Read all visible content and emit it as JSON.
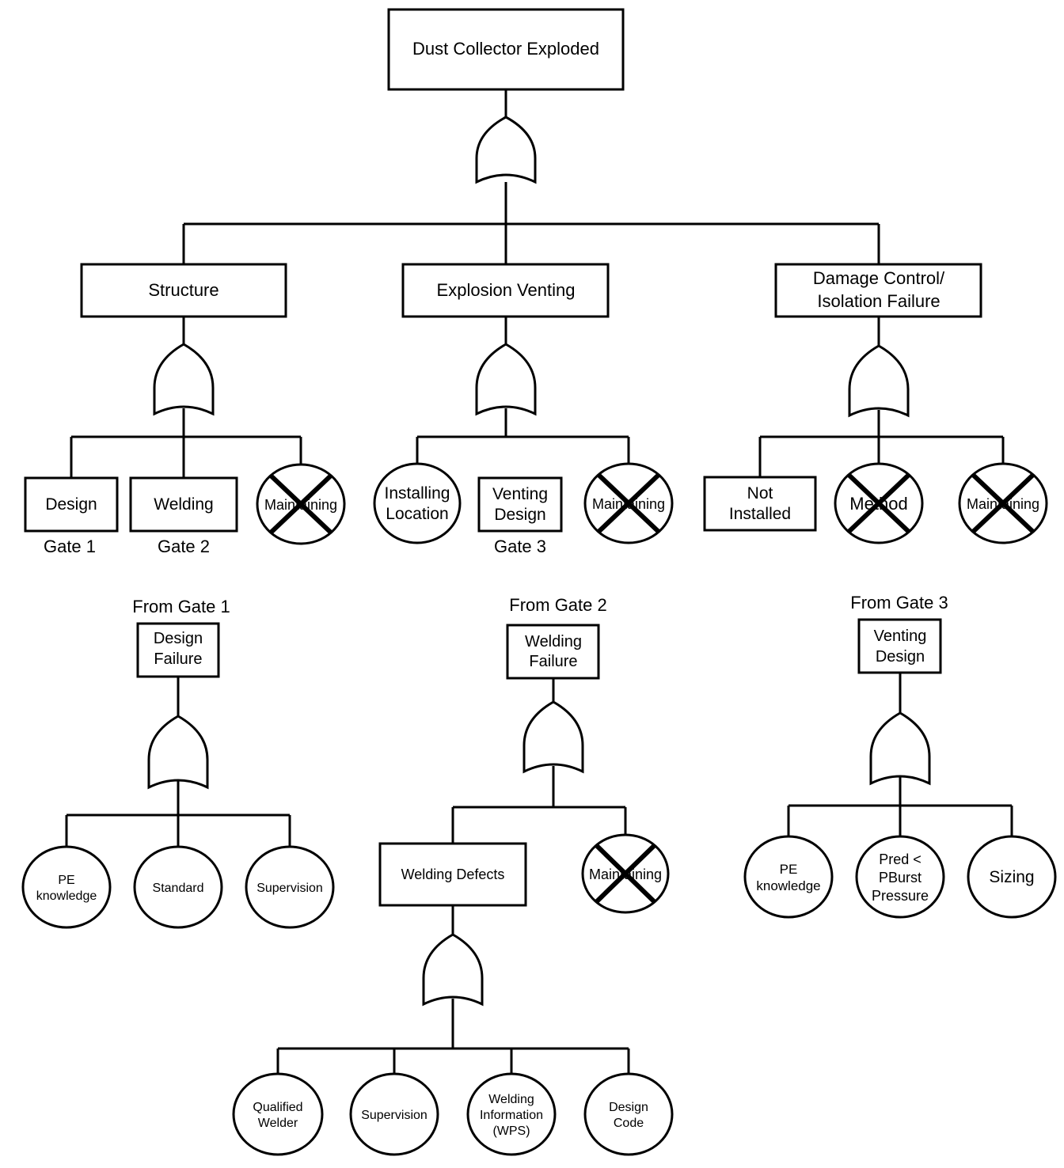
{
  "top_event": "Dust Collector Exploded",
  "level1": {
    "structure": "Structure",
    "explosion_venting": "Explosion Venting",
    "damage_control": [
      "Damage Control/",
      "Isolation Failure"
    ]
  },
  "structure_children": {
    "design": "Design",
    "welding": "Welding",
    "maintaining": "Maintaining",
    "gate1": "Gate 1",
    "gate2": "Gate 2"
  },
  "venting_children": {
    "installing_location": [
      "Installing",
      "Location"
    ],
    "venting_design": [
      "Venting",
      "Design"
    ],
    "maintaining": "Maintaining",
    "gate3": "Gate 3"
  },
  "damage_children": {
    "not_installed": [
      "Not",
      "Installed"
    ],
    "method": "Method",
    "maintaining": "Maintaining"
  },
  "gate1_tree": {
    "heading": "From Gate 1",
    "event": [
      "Design",
      "Failure"
    ],
    "pe_knowledge": [
      "PE",
      "knowledge"
    ],
    "standard": "Standard",
    "supervision": "Supervision"
  },
  "gate2_tree": {
    "heading": "From Gate 2",
    "event": [
      "Welding",
      "Failure"
    ],
    "welding_defects": "Welding Defects",
    "maintaining": "Maintaining",
    "qualified_welder": [
      "Qualified",
      "Welder"
    ],
    "supervision": "Supervision",
    "welding_info": [
      "Welding",
      "Information",
      "(WPS)"
    ],
    "design_code": [
      "Design",
      "Code"
    ]
  },
  "gate3_tree": {
    "heading": "From Gate 3",
    "event": [
      "Venting",
      "Design"
    ],
    "pe_knowledge": [
      "PE",
      "knowledge"
    ],
    "pred": [
      "Pred <",
      "PBurst",
      "Pressure"
    ],
    "sizing": "Sizing"
  }
}
